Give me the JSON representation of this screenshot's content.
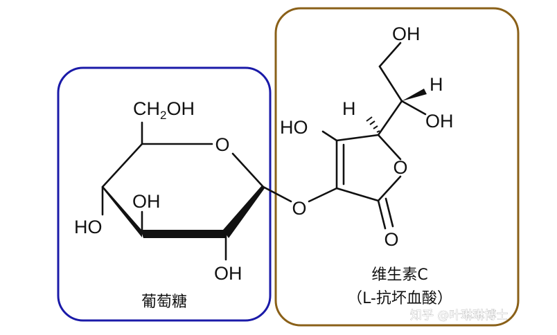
{
  "glucose": {
    "label": "葡萄糖",
    "box_color": "#1a1aa8",
    "atoms": {
      "ch2oh_prefix": "CH",
      "ch2oh_sub": "2",
      "ch2oh_suffix": "OH",
      "ring_o": "O",
      "oh_c3": "OH",
      "oh_c4": "HO",
      "oh_c2": "OH"
    }
  },
  "vitamin_c": {
    "label_line1": "维生素C",
    "label_line2": "（L-抗坏血酸）",
    "box_color": "#8a6018",
    "atoms": {
      "oh_top": "OH",
      "h_right": "H",
      "oh_right": "OH",
      "h_left": "H",
      "ho_left": "HO",
      "ring_o": "O",
      "carbonyl_o": "O"
    }
  },
  "linkage": {
    "o_label": "O"
  },
  "watermark": "知乎 @叶琳琳博士"
}
